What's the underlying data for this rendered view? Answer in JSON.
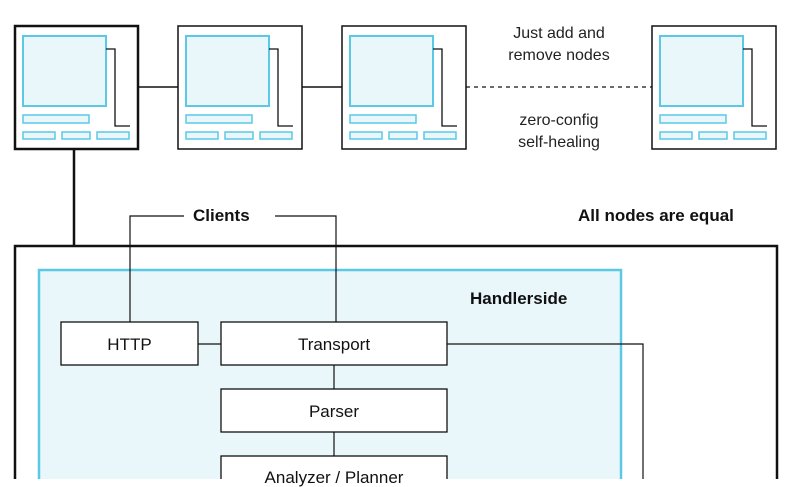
{
  "nodes": {
    "note_top": "Just add and\nremove nodes",
    "note_bottom": "zero-config\nself-healing",
    "all_equal": "All nodes are equal"
  },
  "colors": {
    "accent": "#5bc8e6",
    "accent_fill": "#e9f7fb",
    "line": "#111111"
  },
  "node_detail": {
    "clients_label": "Clients",
    "section_label": "Handlerside",
    "components": {
      "http": "HTTP",
      "transport": "Transport",
      "parser": "Parser",
      "analyzer": "Analyzer / Planner"
    }
  }
}
